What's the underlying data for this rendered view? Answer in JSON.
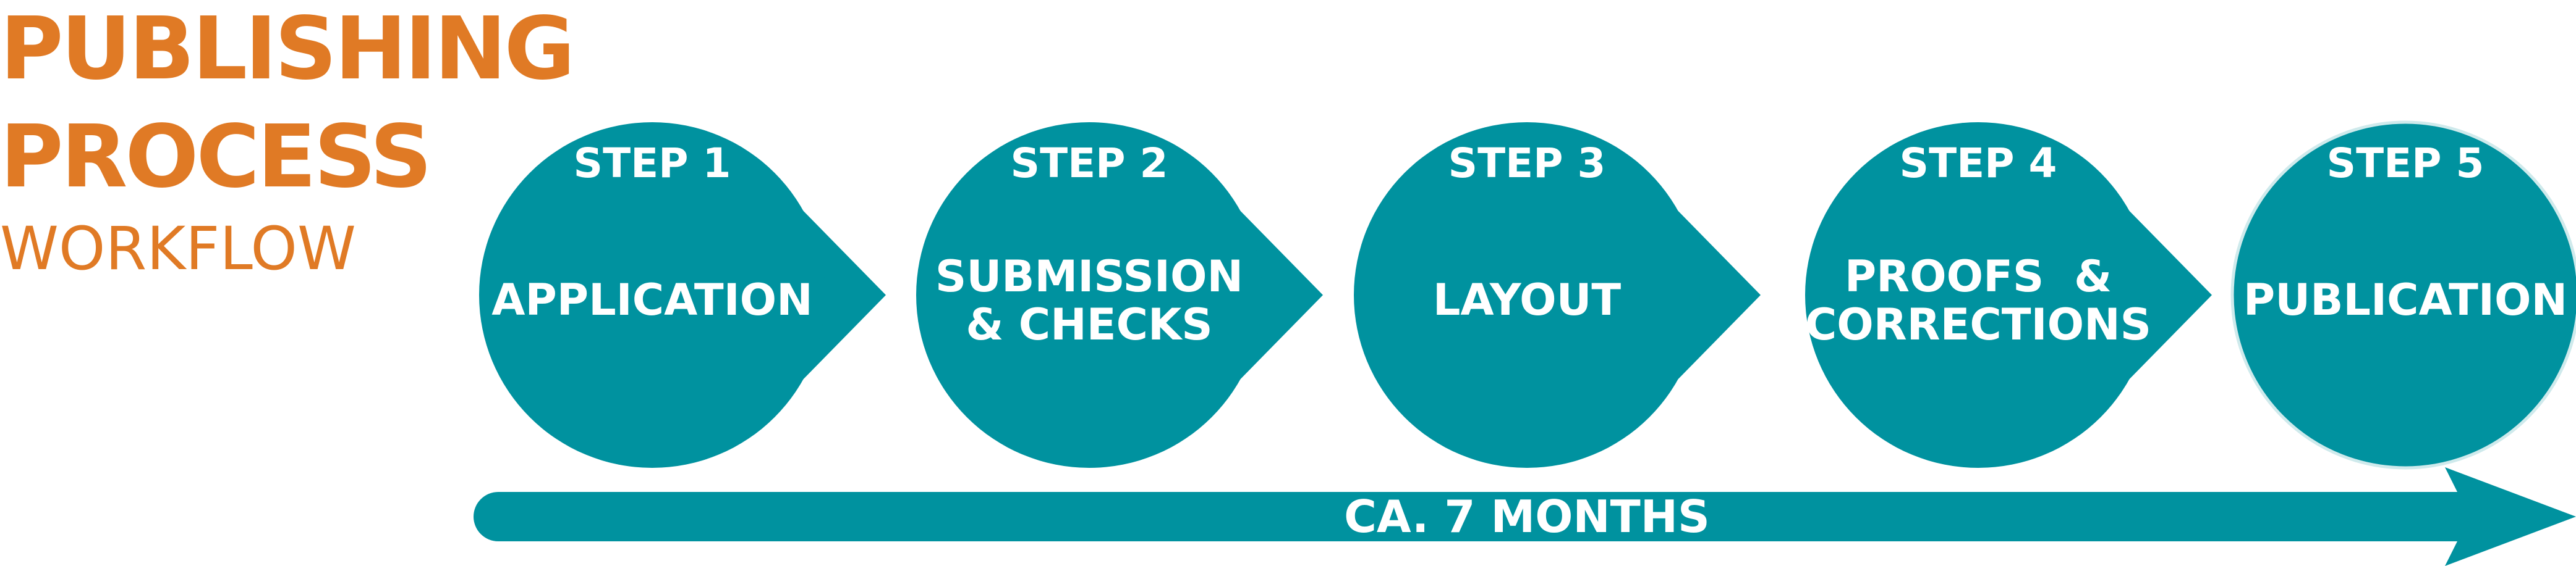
{
  "title": {
    "line1": "PUBLISHING",
    "line2": "PROCESS",
    "subtitle": "WORKFLOW"
  },
  "colors": {
    "accent": "#e07a25",
    "teal": "#00929f",
    "text_on_teal": "#ffffff"
  },
  "steps": [
    {
      "label": "STEP 1",
      "name_lines": [
        "APPLICATION"
      ]
    },
    {
      "label": "STEP 2",
      "name_lines": [
        "SUBMISSION",
        "& CHECKS"
      ]
    },
    {
      "label": "STEP 3",
      "name_lines": [
        "LAYOUT"
      ]
    },
    {
      "label": "STEP 4",
      "name_lines": [
        "PROOFS  &",
        "CORRECTIONS"
      ]
    },
    {
      "label": "STEP 5",
      "name_lines": [
        "PUBLICATION"
      ]
    }
  ],
  "timeline": {
    "label": "CA. 7 MONTHS"
  }
}
